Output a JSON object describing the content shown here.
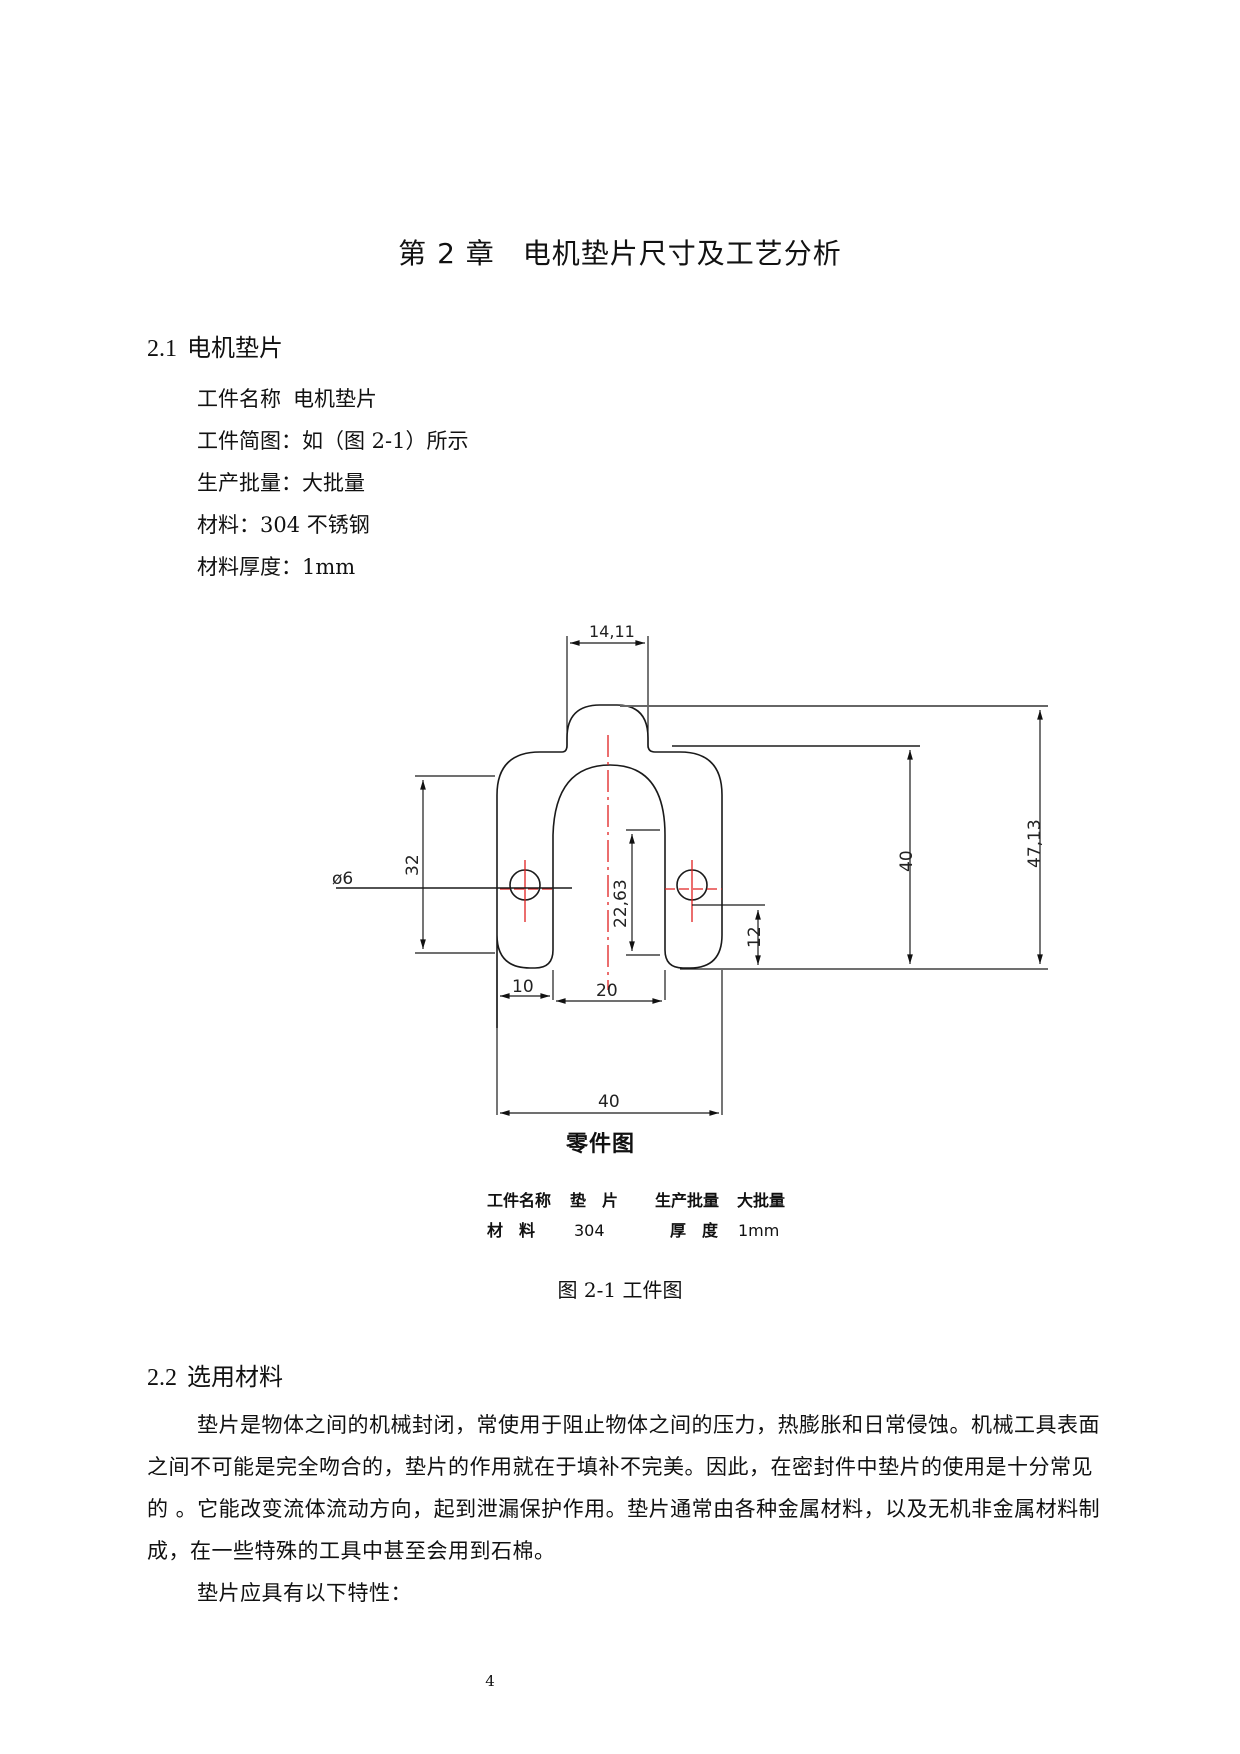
{
  "chapter": {
    "number": "第 2 章",
    "title": "电机垫片尺寸及工艺分析"
  },
  "section_1": {
    "number": "2.1",
    "title": "电机垫片",
    "info": [
      {
        "label": "工件名称",
        "sep": "",
        "value": "电机垫片"
      },
      {
        "label": "工件简图",
        "sep": "：",
        "value": "如（图 2-1）所示"
      },
      {
        "label": "生产批量",
        "sep": "：",
        "value": "大批量"
      },
      {
        "label": "材料",
        "sep": "：",
        "value": "304 不锈钢"
      },
      {
        "label": "材料厚度",
        "sep": "：",
        "value": "1mm"
      }
    ]
  },
  "figure": {
    "dimensions": {
      "top_tab_width": "14,11",
      "hole_diameter": "ø6",
      "left_height": "32",
      "slot_depth": "22,63",
      "hole_height": "12",
      "body_height": "40",
      "total_height": "47,13",
      "leg_width": "10",
      "slot_width": "20",
      "total_width": "40"
    },
    "drawing_label": "零件图",
    "title_block": {
      "row1": [
        "工件名称",
        "垫　片",
        "生产批量",
        "大批量"
      ],
      "row2": [
        "材　料",
        "304",
        "厚　度",
        "1mm"
      ]
    },
    "caption": "图 2-1  工件图",
    "colors": {
      "outline": "#1a1a1a",
      "centerline": "#e02020"
    }
  },
  "section_2": {
    "number": "2.2",
    "title": "选用材料",
    "paragraphs": [
      "垫片是物体之间的机械封闭，常使用于阻止物体之间的压力，热膨胀和日常侵蚀。机械工具表面之间不可能是完全吻合的，垫片的作用就在于填补不完美。因此，在密封件中垫片的使用是十分常见的 。它能改变流体流动方向，起到泄漏保护作用。垫片通常由各种金属材料，以及无机非金属材料制成，在一些特殊的工具中甚至会用到石棉。",
      "垫片应具有以下特性："
    ]
  },
  "page_number": "4"
}
